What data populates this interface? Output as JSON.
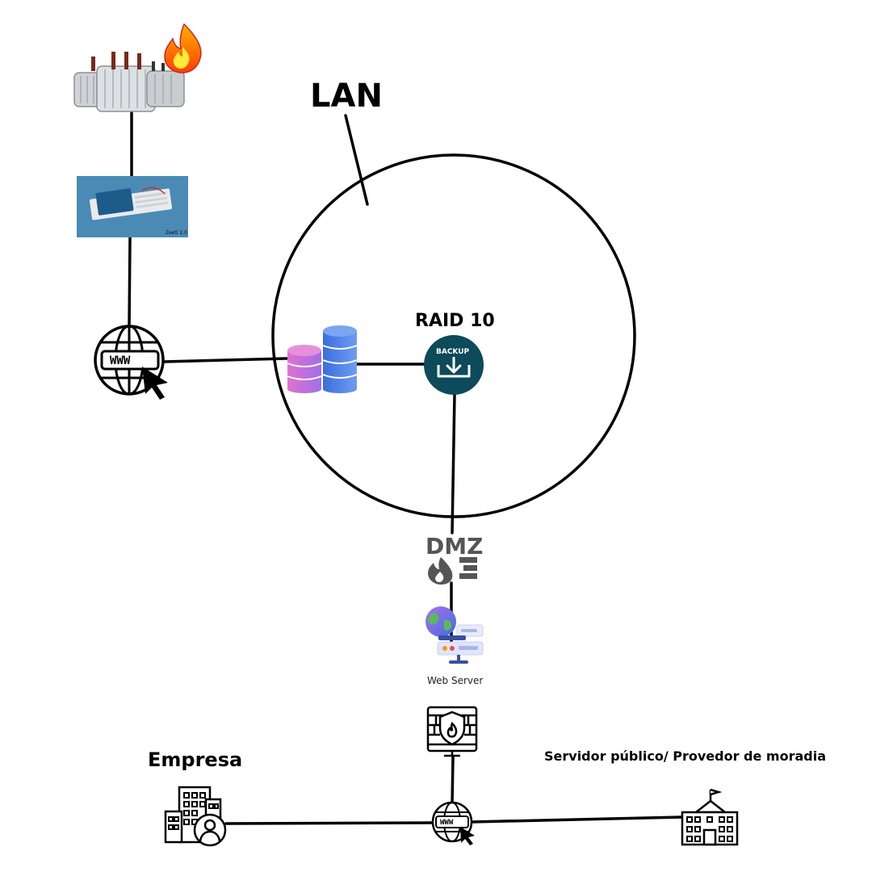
{
  "labels": {
    "lan": "LAN",
    "raid": "RAID 10",
    "backup": "BACKUP",
    "dmz": "DMZ",
    "web_server": "Web Server",
    "empresa": "Empresa",
    "servidor_publico": "Servidor público/ Provedor de moradia",
    "www_left": "WWW",
    "www_bottom": "WWW",
    "board_caption": "Zeeti 1.0"
  },
  "colors": {
    "line": "#000000",
    "backup_circle": "#0d4a5a",
    "db_left_gradient_start": "#e070d0",
    "db_left_gradient_end": "#a070e8",
    "db_right": "#4a7ee8",
    "dmz_gray": "#555555",
    "fire_orange": "#ff7a00",
    "board_bg": "#4a8ab5"
  },
  "icons": {
    "transformer": "power-transformer-icon",
    "fire": "fire-icon",
    "microcontroller": "arduino-board-image",
    "www_globe": "www-globe-cursor-icon",
    "database": "database-stack-icon",
    "backup": "backup-download-icon",
    "dmz": "dmz-firewall-icon",
    "web_server": "web-server-globe-icon",
    "firewall": "firewall-monitor-icon",
    "company_building": "company-building-user-icon",
    "public_building": "public-building-icon"
  }
}
